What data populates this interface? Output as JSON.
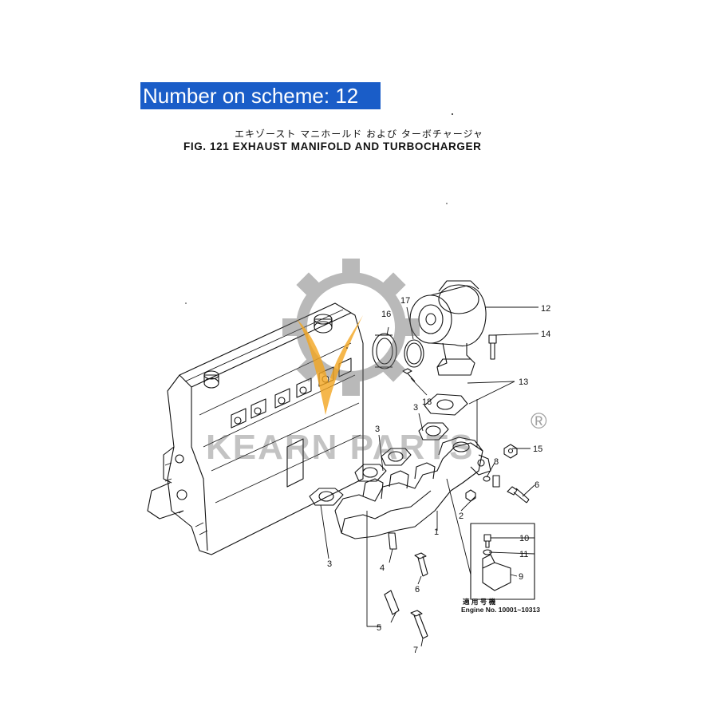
{
  "scheme_badge": "Number on scheme: 12",
  "caption_jp": "エキゾースト マニホールド および ターボチャージャ",
  "caption_en": "FIG. 121   EXHAUST MANIFOLD AND TURBOCHARGER",
  "callouts": {
    "c1": "1",
    "c2": "2",
    "c3a": "3",
    "c3b": "3",
    "c3c": "3",
    "c4": "4",
    "c5": "5",
    "c6a": "6",
    "c6b": "6",
    "c7": "7",
    "c8": "8",
    "c9": "9",
    "c10": "10",
    "c11": "11",
    "c12": "12",
    "c13": "13",
    "c14": "14",
    "c15": "15",
    "c16": "16",
    "c17": "17",
    "c18": "18"
  },
  "applicability_note": {
    "jp": "適 用 号 機",
    "en": "Engine No. 10001~10313"
  },
  "watermark": {
    "text": "KEARN PARTS",
    "reg_mark": "®",
    "gear_color": "#666666",
    "flame_color": "#f2a51f"
  }
}
